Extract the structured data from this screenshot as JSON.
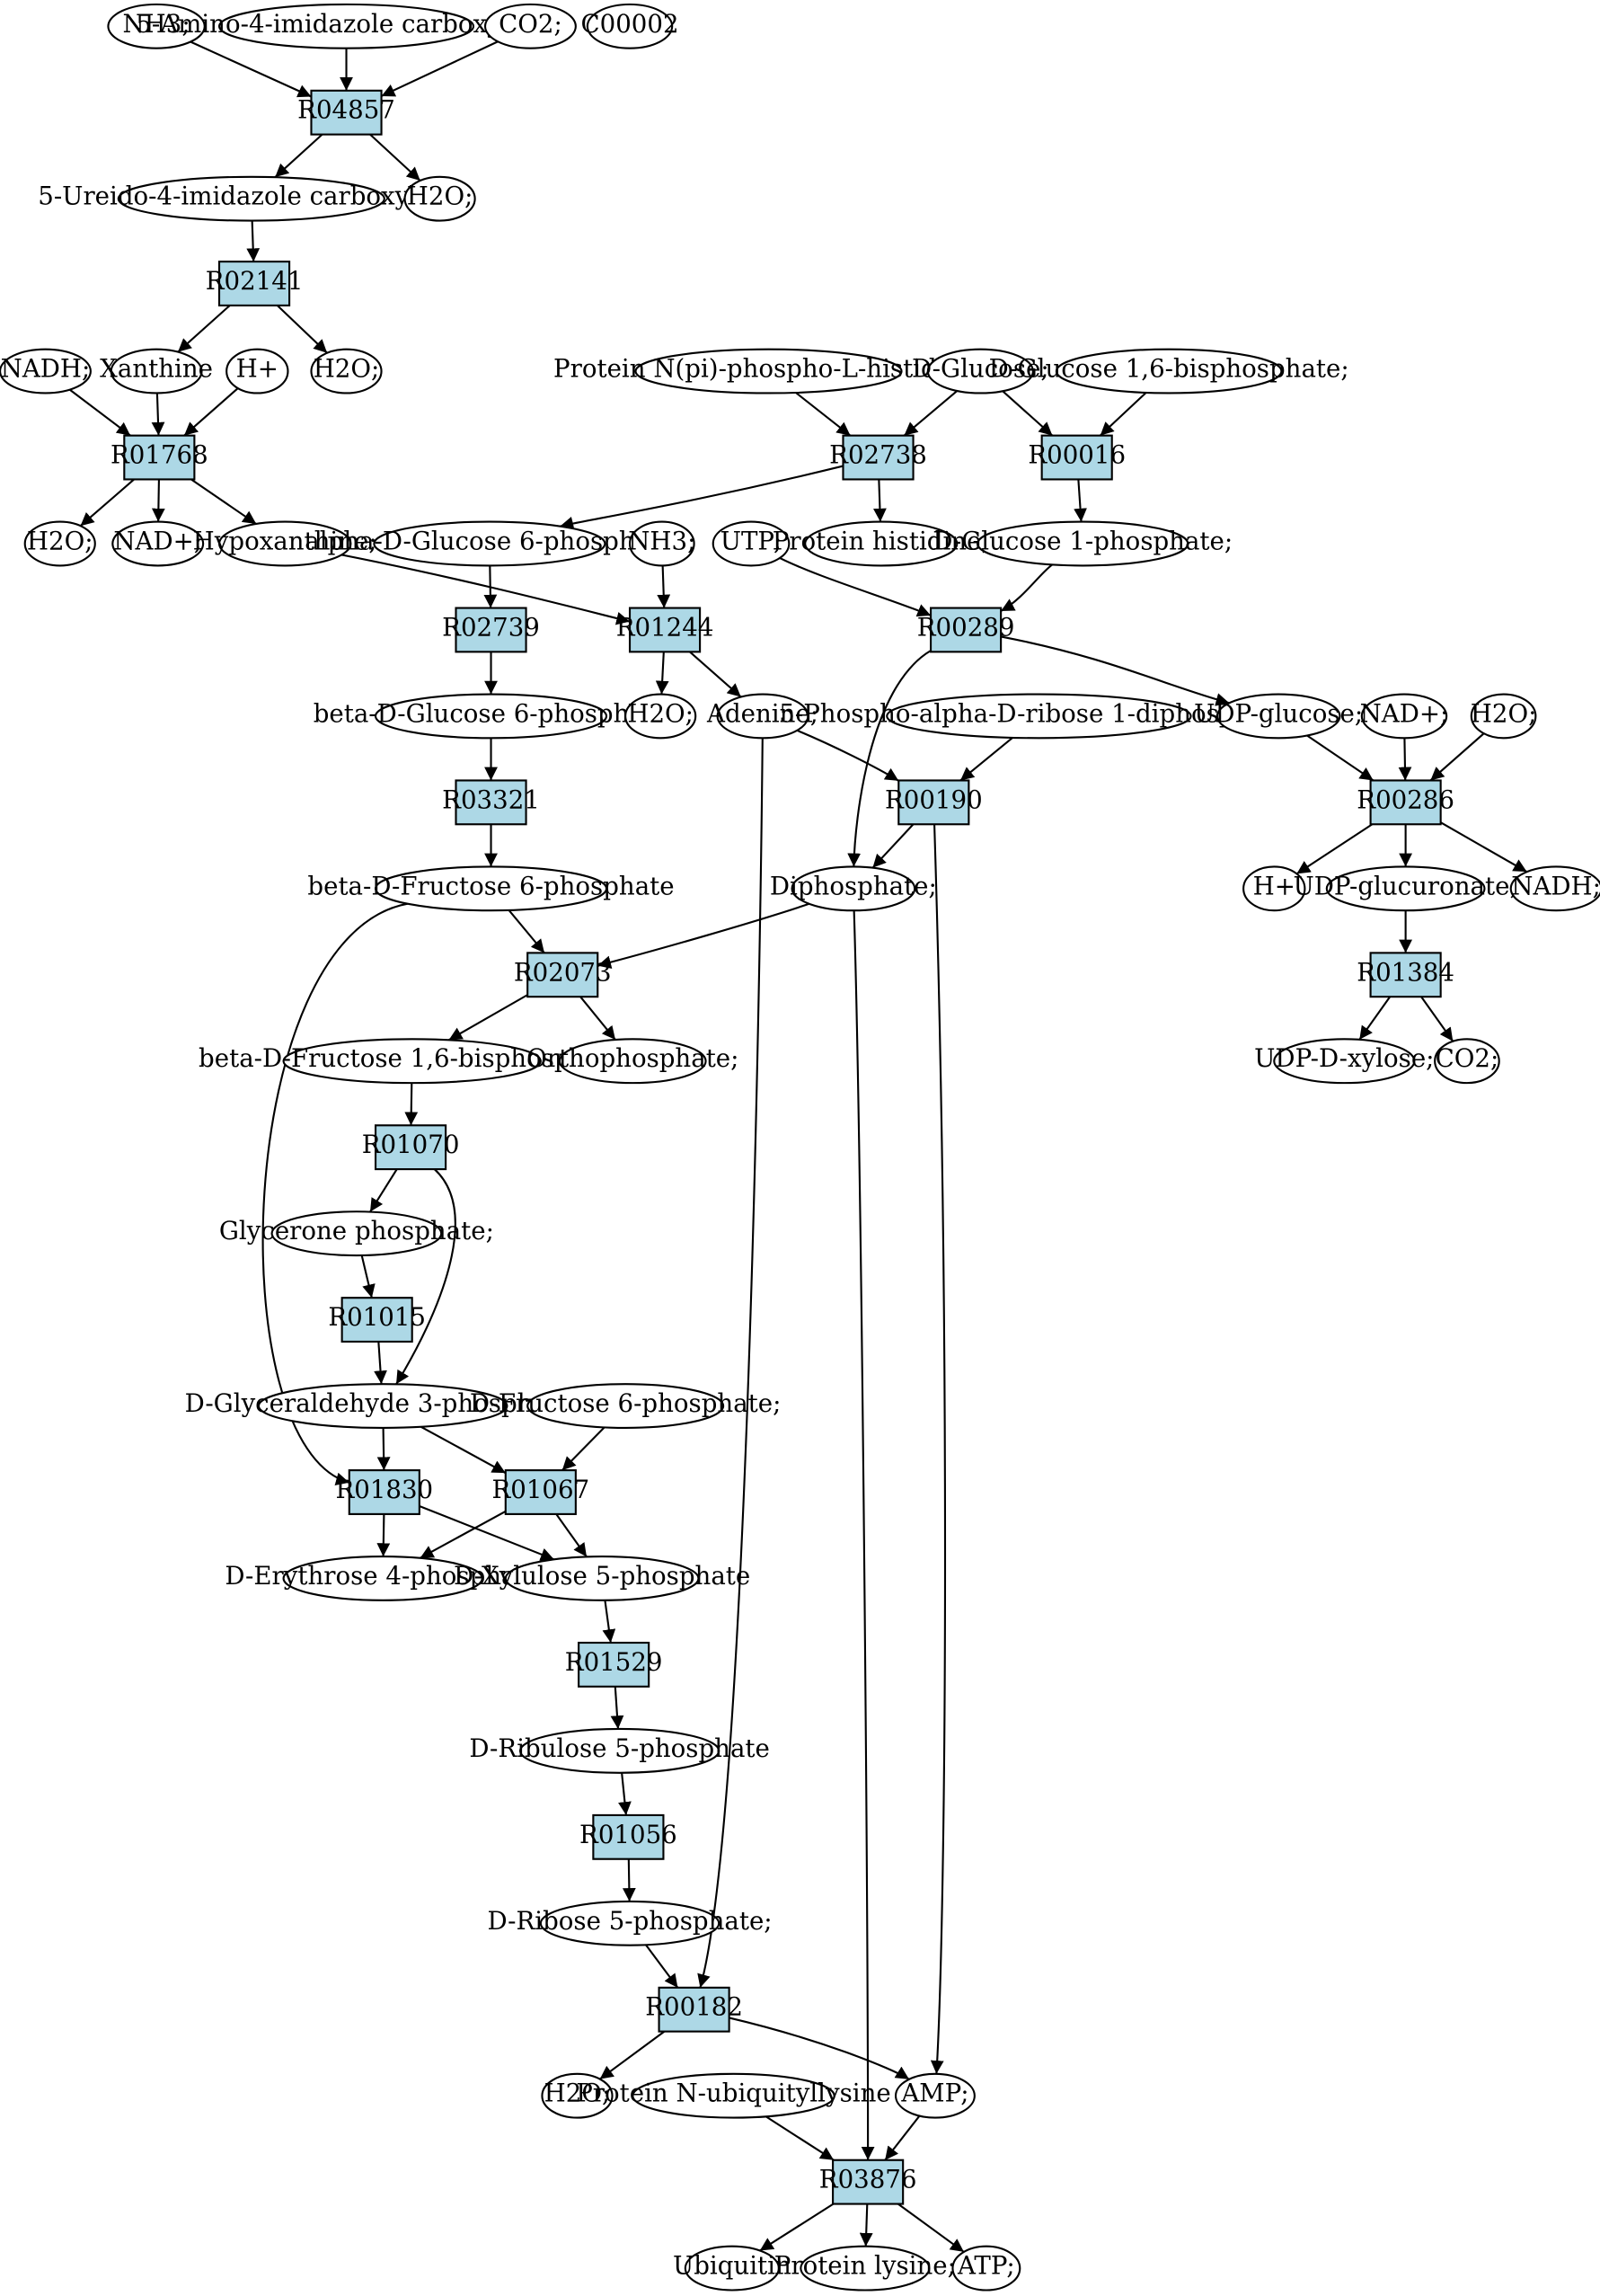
{
  "colors": {
    "reaction_fill": "#add8e6",
    "compound_fill": "#ffffff",
    "highlight_green": "#00ee00",
    "highlight_yellow": "#ffff00",
    "stroke": "#000000"
  },
  "nodes": [
    {
      "id": "nh3_top",
      "label": "NH3;",
      "kind": "compound"
    },
    {
      "id": "amino_imid",
      "label": "5-Amino-4-imidazole carboxylate;",
      "kind": "compound"
    },
    {
      "id": "co2_top",
      "label": "CO2;",
      "kind": "compound"
    },
    {
      "id": "c00002",
      "label": "C00002",
      "kind": "compound",
      "highlight": "yellow"
    },
    {
      "id": "r04857",
      "label": "R04857",
      "kind": "reaction"
    },
    {
      "id": "ureido",
      "label": "5-Ureido-4-imidazole carboxylate;",
      "kind": "compound"
    },
    {
      "id": "h2o_a",
      "label": "H2O;",
      "kind": "compound"
    },
    {
      "id": "r02141",
      "label": "R02141",
      "kind": "reaction"
    },
    {
      "id": "nadh_a",
      "label": "NADH;",
      "kind": "compound"
    },
    {
      "id": "xanthine",
      "label": "Xanthine",
      "kind": "compound"
    },
    {
      "id": "hplus_a",
      "label": "H+",
      "kind": "compound"
    },
    {
      "id": "h2o_b",
      "label": "H2O;",
      "kind": "compound"
    },
    {
      "id": "r01768",
      "label": "R01768",
      "kind": "reaction"
    },
    {
      "id": "h2o_c",
      "label": "H2O;",
      "kind": "compound"
    },
    {
      "id": "nadplus_a",
      "label": "NAD+;",
      "kind": "compound"
    },
    {
      "id": "hypox",
      "label": "Hypoxanthine;",
      "kind": "compound"
    },
    {
      "id": "prot_nphos",
      "label": "Protein N(pi)-phospho-L-histidine;",
      "kind": "compound"
    },
    {
      "id": "dglucose",
      "label": "D-Glucose;",
      "kind": "compound",
      "highlight": "green"
    },
    {
      "id": "dg16bp",
      "label": "D-Glucose 1,6-bisphosphate;",
      "kind": "compound"
    },
    {
      "id": "r02738",
      "label": "R02738",
      "kind": "reaction"
    },
    {
      "id": "r00016",
      "label": "R00016",
      "kind": "reaction"
    },
    {
      "id": "adg6p",
      "label": "alpha-D-Glucose 6-phosphate",
      "kind": "compound"
    },
    {
      "id": "nh3_b",
      "label": "NH3;",
      "kind": "compound"
    },
    {
      "id": "utp",
      "label": "UTP;",
      "kind": "compound"
    },
    {
      "id": "prot_his",
      "label": "Protein histidine;",
      "kind": "compound"
    },
    {
      "id": "dg1p",
      "label": "D-Glucose 1-phosphate;",
      "kind": "compound"
    },
    {
      "id": "r02739",
      "label": "R02739",
      "kind": "reaction"
    },
    {
      "id": "r01244",
      "label": "R01244",
      "kind": "reaction"
    },
    {
      "id": "r00289",
      "label": "R00289",
      "kind": "reaction"
    },
    {
      "id": "bdg6p",
      "label": "beta-D-Glucose 6-phosphate",
      "kind": "compound"
    },
    {
      "id": "h2o_d",
      "label": "H2O;",
      "kind": "compound"
    },
    {
      "id": "adenine",
      "label": "Adenine;",
      "kind": "compound"
    },
    {
      "id": "prpp",
      "label": "5-Phospho-alpha-D-ribose 1-diphosphate;",
      "kind": "compound"
    },
    {
      "id": "udpglc",
      "label": "UDP-glucose;",
      "kind": "compound"
    },
    {
      "id": "nadplus_b",
      "label": "NAD+;",
      "kind": "compound"
    },
    {
      "id": "h2o_e",
      "label": "H2O;",
      "kind": "compound"
    },
    {
      "id": "r03321",
      "label": "R03321",
      "kind": "reaction"
    },
    {
      "id": "r00190",
      "label": "R00190",
      "kind": "reaction"
    },
    {
      "id": "r00286",
      "label": "R00286",
      "kind": "reaction"
    },
    {
      "id": "bdf6p",
      "label": "beta-D-Fructose 6-phosphate",
      "kind": "compound"
    },
    {
      "id": "diphos",
      "label": "Diphosphate;",
      "kind": "compound"
    },
    {
      "id": "hplus_b",
      "label": "H+",
      "kind": "compound"
    },
    {
      "id": "udpglcur",
      "label": "UDP-glucuronate;",
      "kind": "compound"
    },
    {
      "id": "nadh_b",
      "label": "NADH;",
      "kind": "compound"
    },
    {
      "id": "r02073",
      "label": "R02073",
      "kind": "reaction"
    },
    {
      "id": "r01384",
      "label": "R01384",
      "kind": "reaction"
    },
    {
      "id": "bdf16bp",
      "label": "beta-D-Fructose 1,6-bisphosphate",
      "kind": "compound"
    },
    {
      "id": "orthophos",
      "label": "Orthophosphate;",
      "kind": "compound"
    },
    {
      "id": "udpxyl",
      "label": "UDP-D-xylose;",
      "kind": "compound"
    },
    {
      "id": "co2_b",
      "label": "CO2;",
      "kind": "compound"
    },
    {
      "id": "r01070",
      "label": "R01070",
      "kind": "reaction"
    },
    {
      "id": "glycerone",
      "label": "Glycerone phosphate;",
      "kind": "compound"
    },
    {
      "id": "r01015",
      "label": "R01015",
      "kind": "reaction"
    },
    {
      "id": "dga3p",
      "label": "D-Glyceraldehyde 3-phosphate;",
      "kind": "compound"
    },
    {
      "id": "df6p",
      "label": "D-Fructose 6-phosphate;",
      "kind": "compound"
    },
    {
      "id": "r01830",
      "label": "R01830",
      "kind": "reaction"
    },
    {
      "id": "r01067",
      "label": "R01067",
      "kind": "reaction"
    },
    {
      "id": "de4p",
      "label": "D-Erythrose 4-phosphate",
      "kind": "compound"
    },
    {
      "id": "dx5p",
      "label": "D-Xylulose 5-phosphate",
      "kind": "compound"
    },
    {
      "id": "r01529",
      "label": "R01529",
      "kind": "reaction"
    },
    {
      "id": "dribu5p",
      "label": "D-Ribulose 5-phosphate",
      "kind": "compound"
    },
    {
      "id": "r01056",
      "label": "R01056",
      "kind": "reaction"
    },
    {
      "id": "drib5p",
      "label": "D-Ribose 5-phosphate;",
      "kind": "compound"
    },
    {
      "id": "r00182",
      "label": "R00182",
      "kind": "reaction"
    },
    {
      "id": "h2o_f",
      "label": "H2O;",
      "kind": "compound"
    },
    {
      "id": "prot_ubi",
      "label": "Protein N-ubiquityllysine",
      "kind": "compound"
    },
    {
      "id": "amp",
      "label": "AMP;",
      "kind": "compound"
    },
    {
      "id": "r03876",
      "label": "R03876",
      "kind": "reaction"
    },
    {
      "id": "ubiquitin",
      "label": "Ubiquitin",
      "kind": "compound"
    },
    {
      "id": "prot_lys",
      "label": "Protein lysine;",
      "kind": "compound"
    },
    {
      "id": "atp",
      "label": "ATP;",
      "kind": "compound"
    }
  ],
  "edges": [
    [
      "nh3_top",
      "r04857"
    ],
    [
      "amino_imid",
      "r04857"
    ],
    [
      "co2_top",
      "r04857"
    ],
    [
      "r04857",
      "ureido"
    ],
    [
      "r04857",
      "h2o_a"
    ],
    [
      "ureido",
      "r02141"
    ],
    [
      "r02141",
      "xanthine"
    ],
    [
      "r02141",
      "h2o_b"
    ],
    [
      "nadh_a",
      "r01768"
    ],
    [
      "xanthine",
      "r01768"
    ],
    [
      "hplus_a",
      "r01768"
    ],
    [
      "r01768",
      "h2o_c"
    ],
    [
      "r01768",
      "nadplus_a"
    ],
    [
      "r01768",
      "hypox"
    ],
    [
      "hypox",
      "r01244"
    ],
    [
      "nh3_b",
      "r01244"
    ],
    [
      "r01244",
      "h2o_d"
    ],
    [
      "r01244",
      "adenine"
    ],
    [
      "prot_nphos",
      "r02738"
    ],
    [
      "dglucose",
      "r02738"
    ],
    [
      "dglucose",
      "r00016"
    ],
    [
      "dg16bp",
      "r00016"
    ],
    [
      "r02738",
      "adg6p"
    ],
    [
      "r02738",
      "prot_his"
    ],
    [
      "r00016",
      "dg1p"
    ],
    [
      "adg6p",
      "r02739"
    ],
    [
      "r02739",
      "bdg6p"
    ],
    [
      "bdg6p",
      "r03321"
    ],
    [
      "r03321",
      "bdf6p"
    ],
    [
      "utp",
      "r00289"
    ],
    [
      "dg1p",
      "r00289"
    ],
    [
      "r00289",
      "udpglc"
    ],
    [
      "r00289",
      "diphos"
    ],
    [
      "adenine",
      "r00190"
    ],
    [
      "prpp",
      "r00190"
    ],
    [
      "r00190",
      "diphos"
    ],
    [
      "r00190",
      "amp"
    ],
    [
      "udpglc",
      "r00286"
    ],
    [
      "nadplus_b",
      "r00286"
    ],
    [
      "h2o_e",
      "r00286"
    ],
    [
      "r00286",
      "hplus_b"
    ],
    [
      "r00286",
      "udpglcur"
    ],
    [
      "r00286",
      "nadh_b"
    ],
    [
      "udpglcur",
      "r01384"
    ],
    [
      "r01384",
      "udpxyl"
    ],
    [
      "r01384",
      "co2_b"
    ],
    [
      "bdf6p",
      "r02073"
    ],
    [
      "diphos",
      "r02073"
    ],
    [
      "r02073",
      "bdf16bp"
    ],
    [
      "r02073",
      "orthophos"
    ],
    [
      "bdf16bp",
      "r01070"
    ],
    [
      "r01070",
      "glycerone"
    ],
    [
      "r01070",
      "dga3p"
    ],
    [
      "glycerone",
      "r01015"
    ],
    [
      "r01015",
      "dga3p"
    ],
    [
      "bdf6p",
      "r01830"
    ],
    [
      "dga3p",
      "r01830"
    ],
    [
      "dga3p",
      "r01067"
    ],
    [
      "df6p",
      "r01067"
    ],
    [
      "r01830",
      "de4p"
    ],
    [
      "r01830",
      "dx5p"
    ],
    [
      "r01067",
      "de4p"
    ],
    [
      "r01067",
      "dx5p"
    ],
    [
      "dx5p",
      "r01529"
    ],
    [
      "r01529",
      "dribu5p"
    ],
    [
      "dribu5p",
      "r01056"
    ],
    [
      "r01056",
      "drib5p"
    ],
    [
      "drib5p",
      "r00182"
    ],
    [
      "adenine",
      "r00182"
    ],
    [
      "r00182",
      "h2o_f"
    ],
    [
      "r00182",
      "amp"
    ],
    [
      "prot_ubi",
      "r03876"
    ],
    [
      "amp",
      "r03876"
    ],
    [
      "diphos",
      "r03876"
    ],
    [
      "r03876",
      "ubiquitin"
    ],
    [
      "r03876",
      "prot_lys"
    ],
    [
      "r03876",
      "atp"
    ]
  ]
}
